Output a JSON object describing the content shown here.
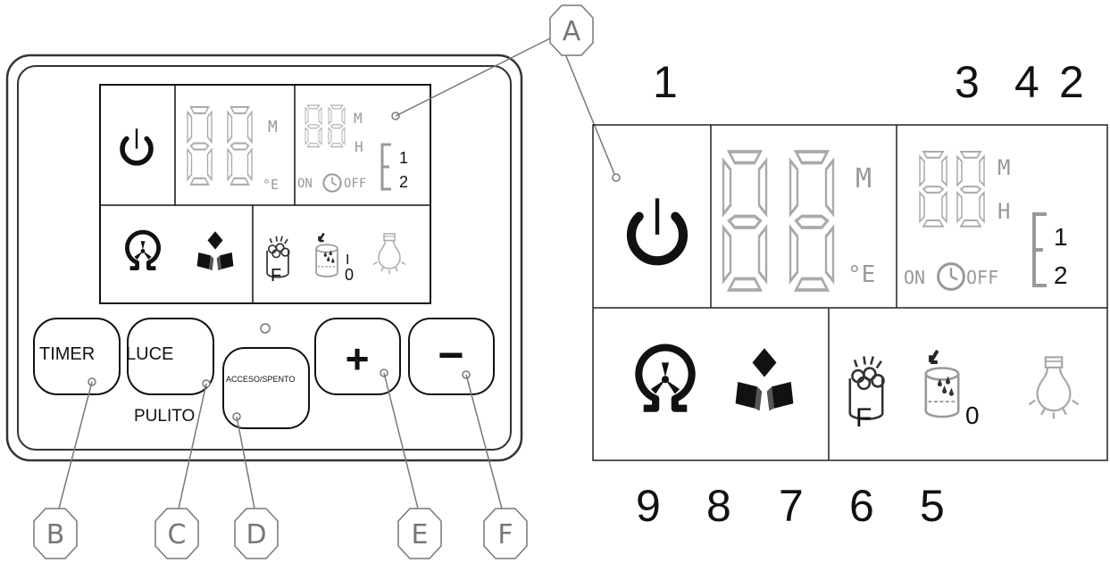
{
  "left_panel": {
    "buttons": {
      "timer": "TIMER",
      "luce": "LUCE",
      "acceso_spento": "ACCESO/SPENTO",
      "plus": "+",
      "minus": "−"
    },
    "pulito_label": "PULITO"
  },
  "display": {
    "segment_h": "M",
    "segment_m": "H",
    "degree_unit": "°E",
    "on_label": "ON",
    "off_label": "OFF",
    "level_1": "1",
    "level_2": "2",
    "tank_I": "I",
    "tank_0": "0",
    "filter_letter": "F"
  },
  "callouts": {
    "A": "A",
    "B": "B",
    "C": "C",
    "D": "D",
    "E": "E",
    "F": "F"
  },
  "numbers": {
    "n1": "1",
    "n3": "3",
    "n4": "4",
    "n2": "2",
    "n9": "9",
    "n8": "8",
    "n7": "7",
    "n6": "6",
    "n5": "5"
  }
}
